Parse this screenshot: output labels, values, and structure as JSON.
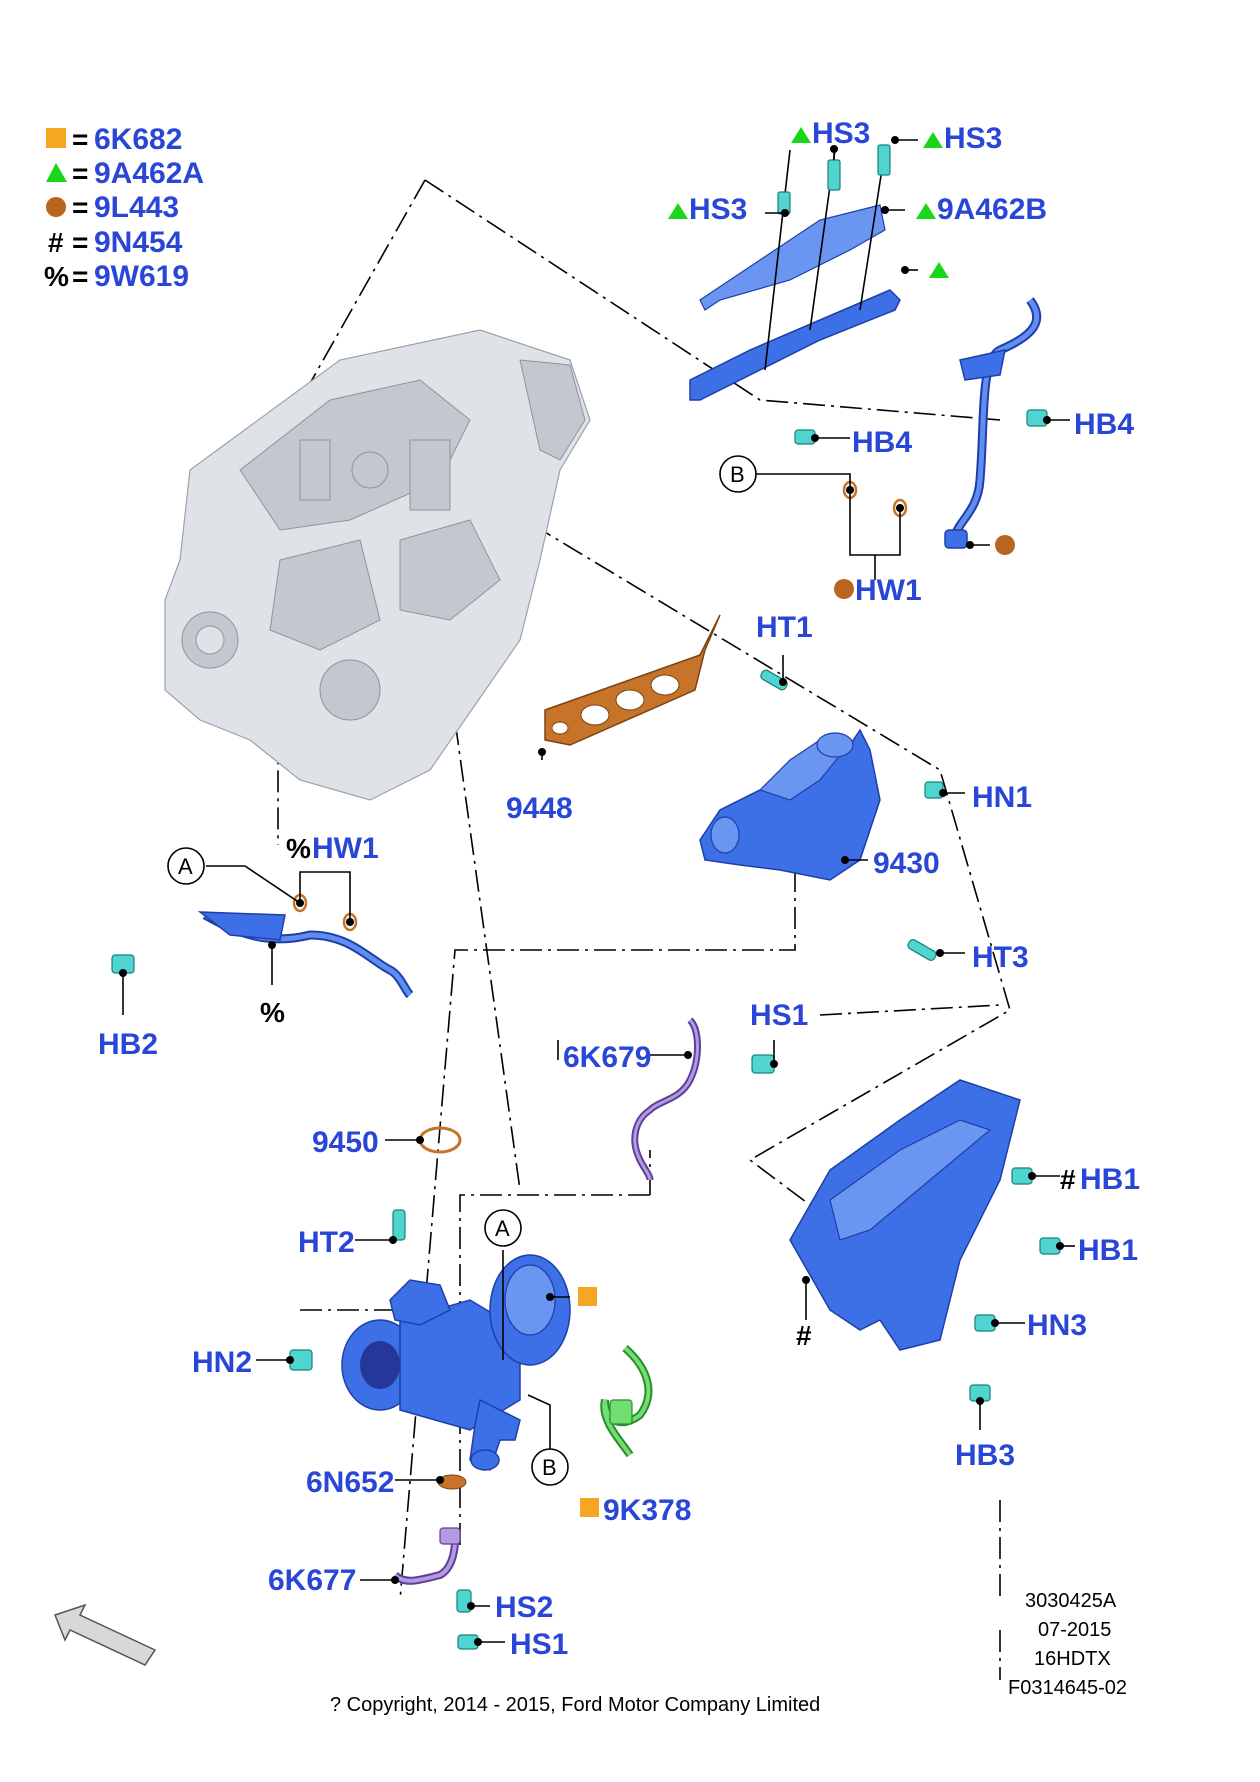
{
  "legend": [
    {
      "symbol": "square",
      "color": "#f5a623",
      "code": "6K682"
    },
    {
      "symbol": "triangle",
      "color": "#19d619",
      "code": "9A462A"
    },
    {
      "symbol": "circle",
      "color": "#b8651e",
      "code": "9L443"
    },
    {
      "symbol": "#",
      "color": "#000000",
      "code": "9N454"
    },
    {
      "symbol": "%",
      "color": "#000000",
      "code": "9W619"
    }
  ],
  "legend_equals": "=",
  "labels": {
    "hs3_top": "HS3",
    "hs3_right": "HS3",
    "hs3_left": "HS3",
    "a9a462b": "9A462B",
    "hb4_mid": "HB4",
    "hb4_right": "HB4",
    "hw1_b": "HW1",
    "ht1": "HT1",
    "hn1": "HN1",
    "p9448": "9448",
    "p9430": "9430",
    "hw1_a": "HW1",
    "ht3": "HT3",
    "hb2": "HB2",
    "hs1_top": "HS1",
    "p6k679": "6K679",
    "p9450": "9450",
    "hb1_top": "HB1",
    "hb1_bottom": "HB1",
    "ht2": "HT2",
    "hn3": "HN3",
    "hn2": "HN2",
    "hb3": "HB3",
    "p6n652": "6N652",
    "p9k378": "9K378",
    "p6k677": "6K677",
    "hs2": "HS2",
    "hs1_bottom": "HS1"
  },
  "symbols": {
    "percent": "%",
    "hash": "#"
  },
  "callouts": {
    "a_left": "A",
    "b_top": "B",
    "a_center": "A",
    "b_bottom": "B"
  },
  "reference": {
    "line1": "3030425A",
    "line2": "07-2015",
    "line3": "16HDTX",
    "line4": "F0314645-02"
  },
  "copyright": "? Copyright, 2014 - 2015, Ford Motor Company Limited",
  "colors": {
    "label_blue": "#2a46d6",
    "part_blue": "#3d6fe6",
    "fastener_teal": "#4fd4cf",
    "gasket_orange": "#c7732a",
    "legend_square": "#f5a623",
    "legend_triangle": "#19d619",
    "legend_circle": "#b8651e"
  }
}
